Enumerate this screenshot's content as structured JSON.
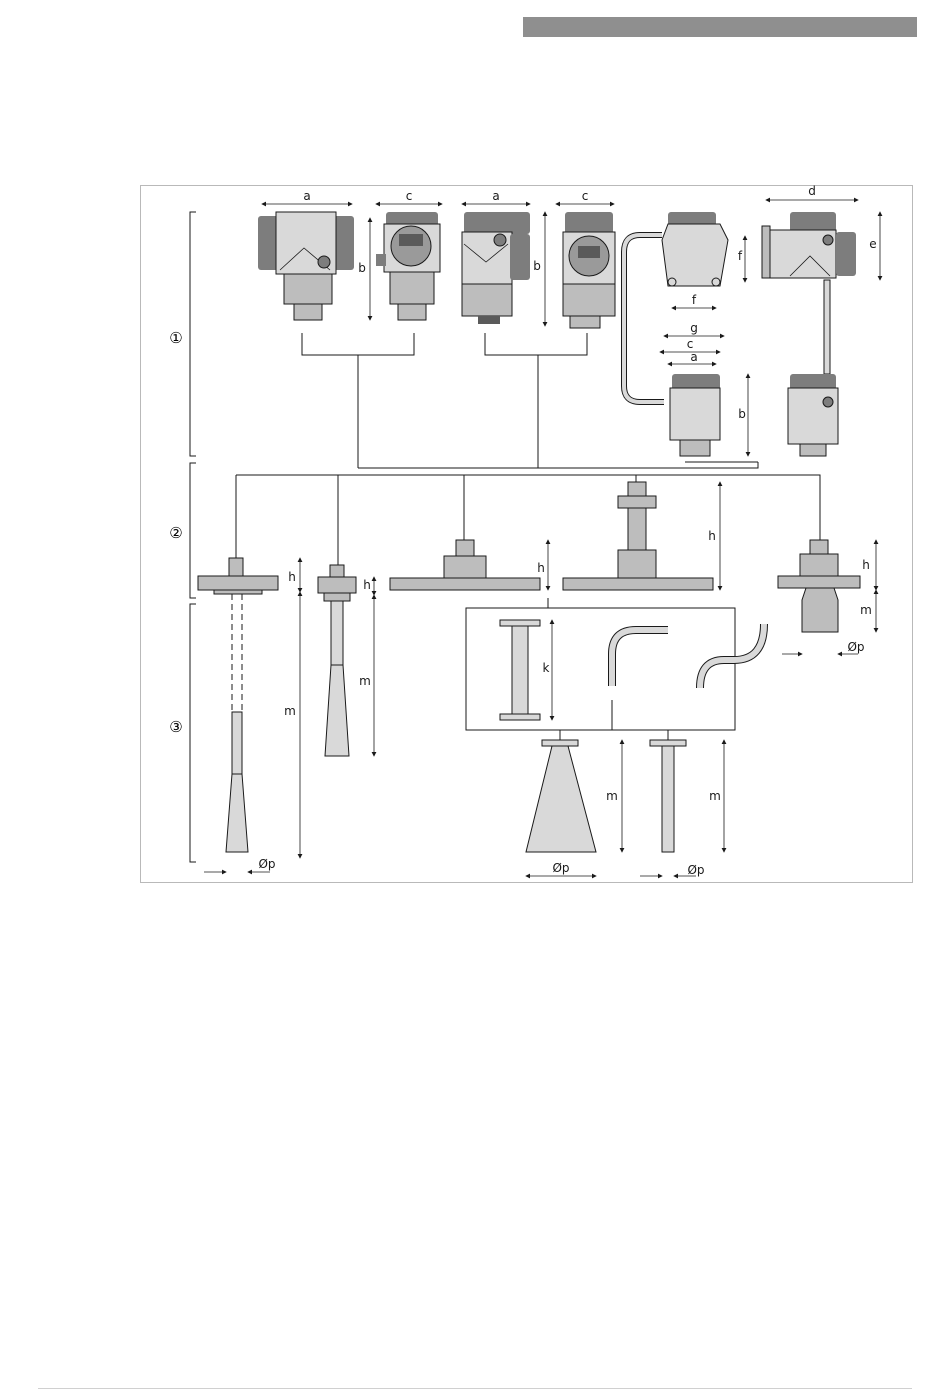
{
  "diagram": {
    "groups": [
      "①",
      "②",
      "③"
    ],
    "dimension_labels": {
      "a": "a",
      "b": "b",
      "c": "c",
      "d": "d",
      "e": "e",
      "f": "f",
      "g": "g",
      "h": "h",
      "k": "k",
      "m": "m",
      "p": "Øp"
    }
  },
  "colors": {
    "housing_dark": "#7d7d7d",
    "housing_mid": "#bdbdbd",
    "housing_light": "#d9d9d9",
    "line": "#1a1a1a",
    "header_bar": "#8f8f8f"
  }
}
